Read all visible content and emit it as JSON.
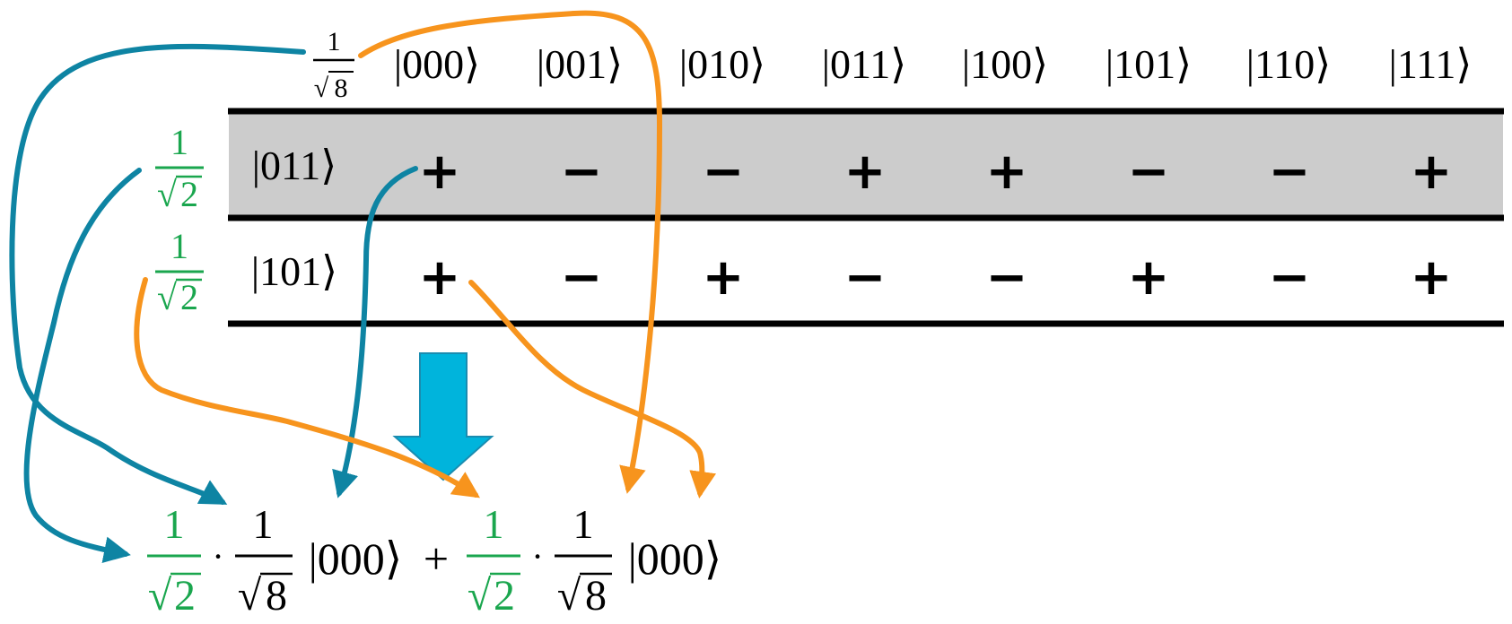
{
  "colors": {
    "black": "#000000",
    "green": "#1aa64e",
    "teal": "#0e84a3",
    "orange": "#f7941d",
    "row_highlight": "#cccccc",
    "down_arrow_fill": "#00b4dc",
    "down_arrow_stroke": "#1a8cb0"
  },
  "header": {
    "normalization": {
      "numerator": "1",
      "radicand": "8"
    },
    "columns": [
      "|000⟩",
      "|001⟩",
      "|010⟩",
      "|011⟩",
      "|100⟩",
      "|101⟩",
      "|110⟩",
      "|111⟩"
    ]
  },
  "rows": [
    {
      "label": "|011⟩",
      "coefficient": {
        "numerator": "1",
        "radicand": "2"
      },
      "highlighted": true,
      "signs": [
        "+",
        "−",
        "−",
        "+",
        "+",
        "−",
        "−",
        "+"
      ]
    },
    {
      "label": "|101⟩",
      "coefficient": {
        "numerator": "1",
        "radicand": "2"
      },
      "highlighted": false,
      "signs": [
        "+",
        "−",
        "+",
        "−",
        "−",
        "+",
        "−",
        "+"
      ]
    }
  ],
  "result": {
    "terms": [
      {
        "coef": {
          "numerator": "1",
          "radicand": "2"
        },
        "dot": "·",
        "norm": {
          "numerator": "1",
          "radicand": "8"
        },
        "ket": "|000⟩"
      },
      {
        "coef": {
          "numerator": "1",
          "radicand": "2"
        },
        "dot": "·",
        "norm": {
          "numerator": "1",
          "radicand": "8"
        },
        "ket": "|000⟩"
      }
    ],
    "operator": "+"
  },
  "sqrt_symbol": "√"
}
